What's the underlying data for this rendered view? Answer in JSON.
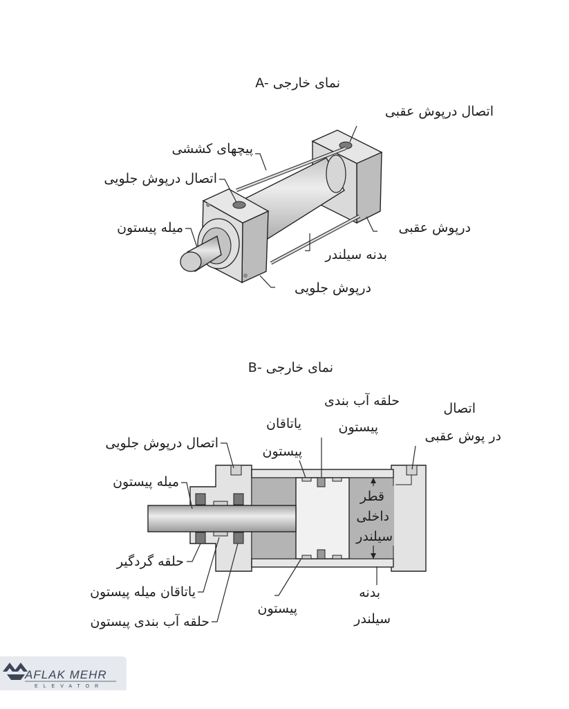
{
  "diagram_a": {
    "title": "A- نمای خارجی",
    "labels": {
      "rear_cap_port": "اتصال درپوش عقبی",
      "tie_rods": "پیچهای کششی",
      "front_cap_port": "اتصال درپوش جلویی",
      "piston_rod": "میله پیستون",
      "rear_cap": "درپوش عقبی",
      "cylinder_body": "بدنه سیلندر",
      "front_cap": "درپوش جلویی"
    }
  },
  "diagram_b": {
    "title": "B- نمای خارجی",
    "labels": {
      "rear_port_line1": "اتصال",
      "rear_port_line2": "در پوش عقبی",
      "piston_seal_line1": "حلقه آب بندی",
      "piston_seal_line2": "پیستون",
      "piston_bearing_line1": "یاتاقان",
      "piston_bearing_line2": "پیستون",
      "front_cap_port": "اتصال درپوش جلویی",
      "piston_rod": "میله پیستون",
      "bore_line1": "قطر",
      "bore_line2": "داخلی",
      "bore_line3": "سیلندر",
      "wiper_ring": "حلقه گردگیر",
      "rod_bearing": "یاتاقان میله پیستون",
      "rod_seal": "حلقه آب بندی پیستون",
      "piston": "پیستون",
      "body_line1": "بدنه",
      "body_line2": "سیلندر"
    }
  },
  "logo": {
    "brand": "AFLAK MEHR",
    "sub": "ELEVATOR"
  },
  "colors": {
    "body_fill": "#e3e3e3",
    "shade_fill": "#b5b5b5",
    "dark_fill": "#8a8a8a",
    "logo_bg": "#e6e9ee",
    "logo_accent": "#3c4658"
  }
}
